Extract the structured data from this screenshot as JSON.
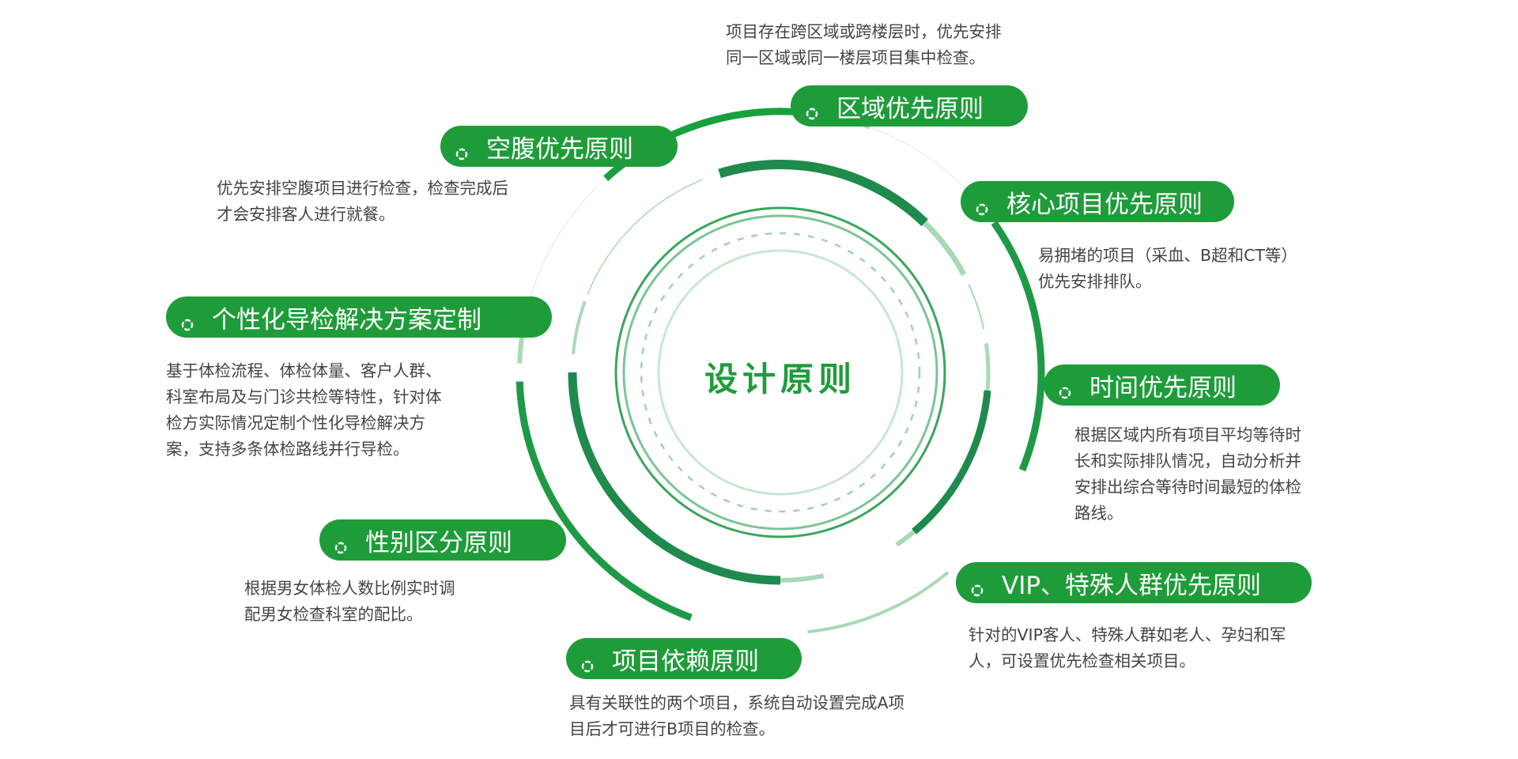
{
  "center_title": "设计原则",
  "colors": {
    "pill": "#1f9c3a",
    "arc_dark": "#1e8a4c",
    "arc_light": "#a9d9b6"
  },
  "principles": [
    {
      "id": "region",
      "title": "区域优先原则",
      "desc": [
        "项目存在跨区域或跨楼层时，优先安排",
        "同一区域或同一楼层项目集中检查。"
      ]
    },
    {
      "id": "fasting",
      "title": "空腹优先原则",
      "desc": [
        "优先安排空腹项目进行检查，检查完成后",
        "才会安排客人进行就餐。"
      ]
    },
    {
      "id": "core",
      "title": "核心项目优先原则",
      "desc": [
        "易拥堵的项目（采血、B超和CT等）",
        "优先安排排队。"
      ]
    },
    {
      "id": "custom",
      "title": "个性化导检解决方案定制",
      "desc": [
        "基于体检流程、体检体量、客户人群、",
        "科室布局及与门诊共检等特性，针对体",
        "检方实际情况定制个性化导检解决方",
        "案，支持多条体检路线并行导检。"
      ]
    },
    {
      "id": "time",
      "title": "时间优先原则",
      "desc": [
        "根据区域内所有项目平均等待时",
        "长和实际排队情况，自动分析并",
        "安排出综合等待时间最短的体检",
        "路线。"
      ]
    },
    {
      "id": "gender",
      "title": "性别区分原则",
      "desc": [
        "根据男女体检人数比例实时调",
        "配男女检查科室的配比。"
      ]
    },
    {
      "id": "vip",
      "title": "VIP、特殊人群优先原则",
      "desc": [
        "针对的VIP客人、特殊人群如老人、孕妇和军",
        "人，可设置优先检查相关项目。"
      ]
    },
    {
      "id": "dependency",
      "title": "项目依赖原则",
      "desc": [
        "具有关联性的两个项目，系统自动设置完成A项",
        "目后才可进行B项目的检查。"
      ]
    }
  ]
}
